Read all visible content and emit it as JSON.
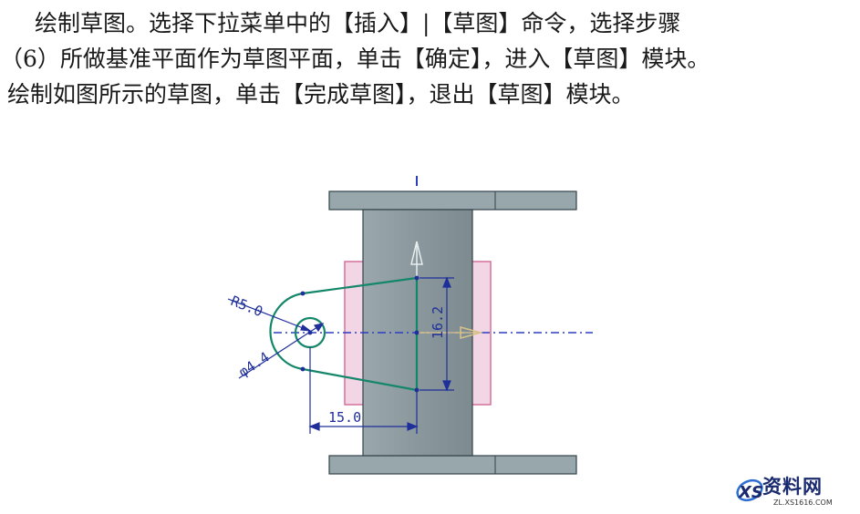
{
  "text": {
    "line1": "绘制草图。选择下拉菜单中的【插入】|【草图】命令，选择步骤",
    "line2": "（6）所做基准平面作为草图平面，单击【确定】，进入【草图】模块。",
    "line3": "绘制如图所示的草图，单击【完成草图】，退出【草图】模块。"
  },
  "figure": {
    "dim_radius": "R5.0",
    "dim_diameter": "φ4.4",
    "dim_height": "16.2",
    "dim_width": "15.0",
    "colors": {
      "body": "#8c9ba0",
      "body_shade": "#6e7e84",
      "flange": "#98a7ab",
      "sketch_plane": "#f3d6e6",
      "sketch_plane_edge": "#d5709c",
      "sketch": "#14866a",
      "dimension": "#1f2f9a",
      "centerline": "#2b3ec0"
    }
  },
  "watermark": {
    "name": "资料网",
    "url": "ZL.XS1616.COM"
  }
}
